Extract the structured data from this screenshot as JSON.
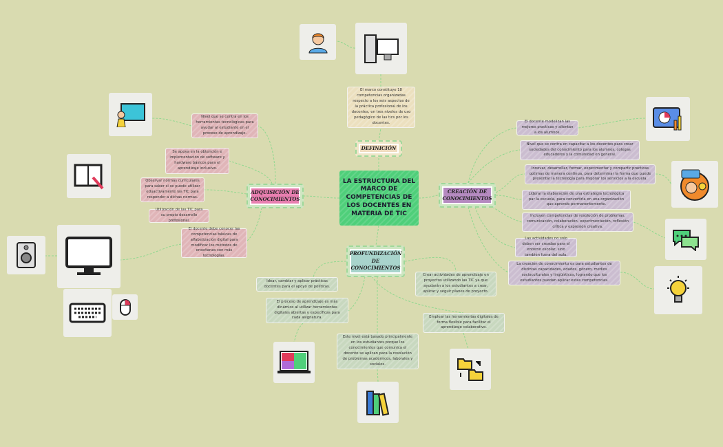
{
  "central": {
    "title": "LA ESTRUCTURA DEL MARCO DE COMPETENCIAS DE LOS DOCENTES EN MATERIA DE TIC"
  },
  "definicion": {
    "label": "DEFINICIÓN",
    "text": "El marco constituye 18 competencias organizadas respecto a los seis aspectos de la práctica profesional de los docentes, en tres niveles de uso pedagógico de las tics por los docentes."
  },
  "adquisicion": {
    "label": "ADQUISICIÓN DE CONOCIMIENTOS",
    "items": [
      "Nivel que se centra en los herramientas tecnológicas para ayudar al estudiante en el proceso de aprendizaje.",
      "Se apoya en la obtención e implementación de software y hardware básicos para el aprendizaje inclusivo.",
      "Observar normas curriculares para saber si se puede utilizar eduactivamente las TIC para responder a dichas normas.",
      "Utilización de las TIC para su propio desarrollo profesional.",
      "El docente debe conocer las competencias básicas de alfabetización digital para modificar los métodos de enseñanza con más tecnologías."
    ]
  },
  "creacion": {
    "label": "CREACIÓN DE CONOCIMIENTOS",
    "items": [
      "El docente modelizan las mejores practicas y alientan a los alumnos.",
      "Nivel que se centra en capacitar a los docentes para crear sociedades del conocimiento para los alumnos, colegas educadores y la comunidad en general.",
      "Innovar, desarrollar, formar, experimentar y compartir practicas optimas de manera continua, para determinar la forma que puede presentar la tecnología para mejorar los servicios a la escuela.",
      "Liderar la elaboración de una estrategia tecnológica par la escuela, para convertirla en una organización que aprende permanentemente.",
      "Incluyen competencias de resolución de problemas, comunicación, colaboración, experimentación, reflexión crítica y expresión creativa.",
      "Las actividades no solo deben ser creadas para el entorno escolar, sino también fuera del aula.",
      "La creación de conocimiento es para estudiantes de distintas capacidades, edades, género, medios socioculturales y lingüísticos, logrando que los estudiantes puedan aplicar estas competencias."
    ]
  },
  "profundizacion": {
    "label": "PROFUNDIZACIÓN DE CONOCIMIENTOS",
    "items": [
      "Idear, cambiar y aplicar prácticas docentes para el apoyo de políticas.",
      "El proceso de aprendizaje es más dinámico al utilizar herramientas digitales abiertas y específicas para cada asignatura.",
      "Crear actividades de aprendizaje en proyectos utilizando las TIC ya que ayudarán a los estudiantes a crear, aplicar y seguir planes de proyecto.",
      "Emplear las herramientas digitales de forma flexible para facilitar el aprendizaje colaborativo.",
      "Este nivel está basado principalmente en los estudiantes porque los conocimientos que comunica el docente se aplican para la resolución de problemas académicos, laborales y sociales."
    ]
  },
  "colors": {
    "background": "#d9dbb0",
    "central": "#4fcf7a",
    "adquisicion": "#e87fb0",
    "creacion": "#b58ac0",
    "profundizacion": "#a8d4cc",
    "connector": "#8fd88f"
  }
}
